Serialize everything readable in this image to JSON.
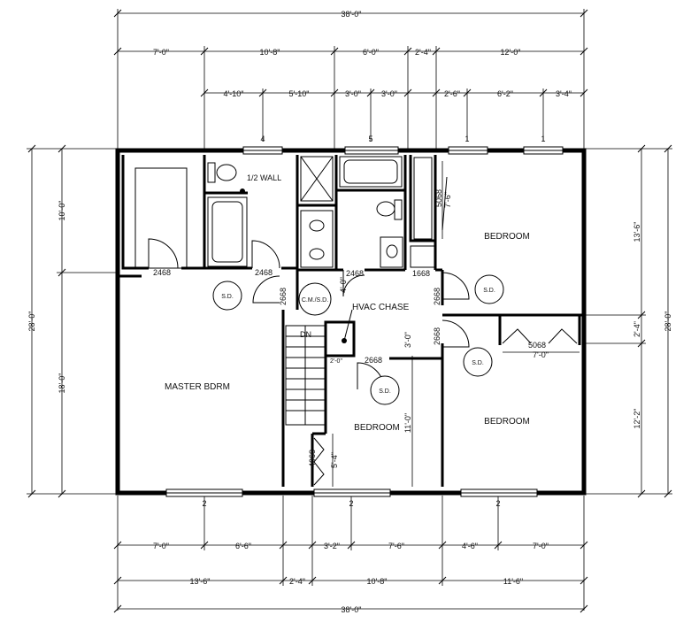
{
  "plan": {
    "top_overall": "38'-0\"",
    "top_row1": [
      "7'-0\"",
      "10'-8\"",
      "6'-0\"",
      "2'-4\"",
      "12'-0\""
    ],
    "top_row2": [
      "4'-10\"",
      "5'-10\"",
      "3'-0\"",
      "3'-0\"",
      "2'-6\"",
      "6'-2\"",
      "3'-4\""
    ],
    "bottom_row1": [
      "7'-0\"",
      "6'-6\"",
      "3'-2\"",
      "7'-6\"",
      "4'-6\"",
      "7'-0\""
    ],
    "bottom_row2": [
      "13'-6\"",
      "2'-4\"",
      "10'-8\"",
      "11'-6\""
    ],
    "bottom_overall": "38'-0\"",
    "left_overall": "28'-0\"",
    "left_parts": [
      "10'-0\"",
      "18'-0\""
    ],
    "right_overall": "28'-0\"",
    "right_parts": [
      "13'-6\"",
      "2'-4\"",
      "12'-2\""
    ],
    "window_tags_top": [
      "4",
      "5",
      "1",
      "1"
    ],
    "window_tags_bottom": [
      "2",
      "2",
      "2"
    ],
    "rooms": {
      "master": "MASTER BDRM",
      "bedroom_ne": "BEDROOM",
      "bedroom_se": "BEDROOM",
      "bedroom_center": "BEDROOM"
    },
    "labels": {
      "half_wall": "1/2 WALL",
      "hvac": "HVAC CHASE",
      "stair_dn": "DN",
      "sd": "S.D.",
      "cmsd": "C.M./S.D."
    },
    "door_tags": {
      "d2468_a": "2468",
      "d2468_b": "2468",
      "d2468_c": "2468",
      "d1668": "1668",
      "d2668_a": "2668",
      "d2668_b": "2668",
      "d2668_c": "2668",
      "d2668_d": "2668",
      "d5068_closet": "5068",
      "d5068_vert": "5068",
      "d4068": "4068"
    },
    "interior_dims": {
      "d7_6": "7'-6\"",
      "d4_0": "4'-0\"",
      "d3_0": "3'-0\"",
      "d2_0": "2'-0\"",
      "d11_0": "11'-0\"",
      "d5_4": "5'-4\"",
      "d7_0_closet": "7'-0\""
    }
  }
}
